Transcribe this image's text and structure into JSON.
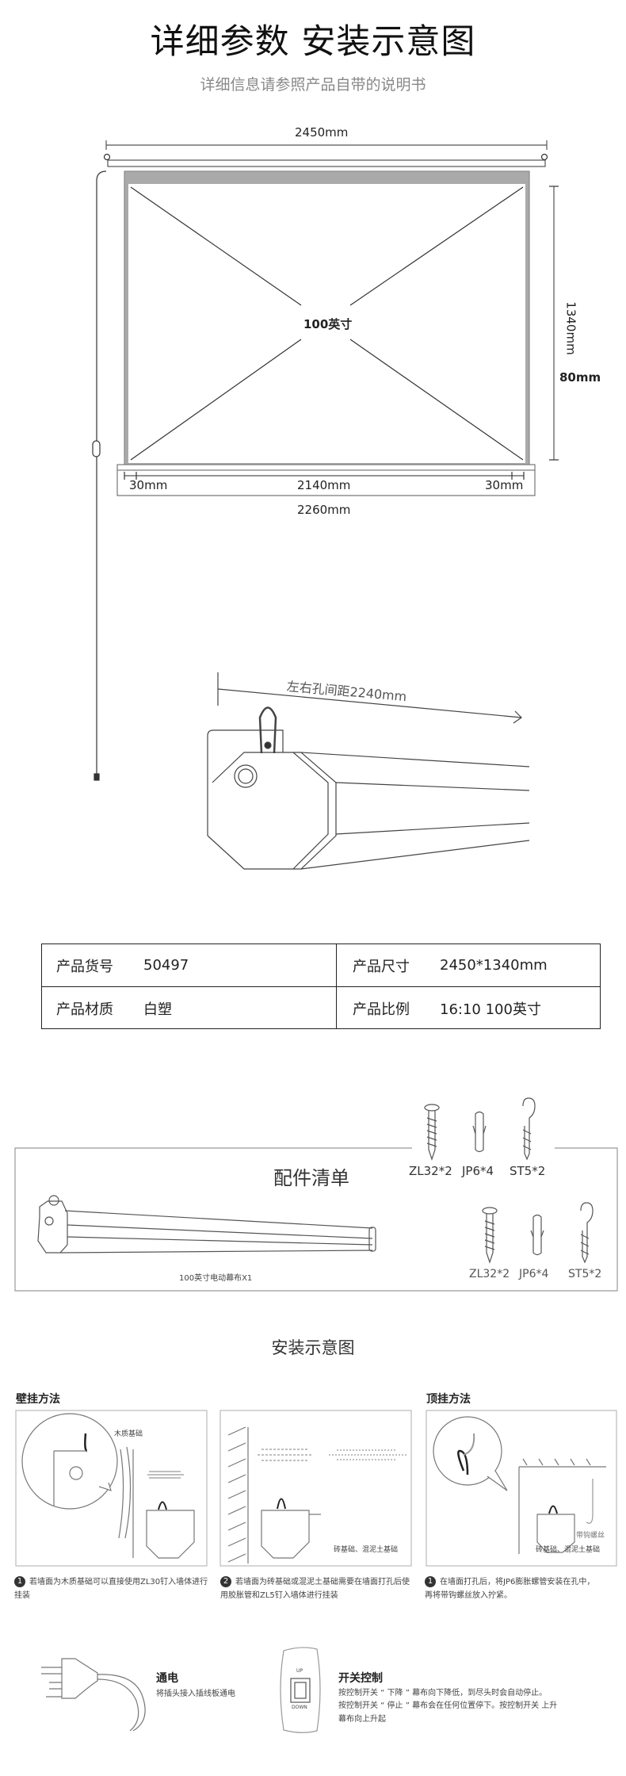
{
  "header": {
    "title": "详细参数 安装示意图",
    "subtitle": "详细信息请参照产品自带的说明书"
  },
  "dimensions": {
    "total_width": "2450mm",
    "screen_size": "100英寸",
    "height": "1340mm",
    "top_margin": "80mm",
    "left_border": "30mm",
    "view_width": "2140mm",
    "right_border": "30mm",
    "bottom_width": "2260mm",
    "hole_distance": "左右孔间距2240mm"
  },
  "specs": [
    {
      "label": "产品货号",
      "value": "50497"
    },
    {
      "label": "产品尺寸",
      "value": "2450*1340mm"
    },
    {
      "label": "产品材质",
      "value": "白塑"
    },
    {
      "label": "产品比例",
      "value": "16:10  100英寸"
    }
  ],
  "accessories": {
    "title": "配件清单",
    "main_item": "100英寸电动幕布X1",
    "upper": [
      "ZL32*2",
      "JP6*4",
      "ST5*2"
    ],
    "lower": [
      "ZL32*2",
      "JP6*4",
      "ST5*2"
    ]
  },
  "install": {
    "title": "安装示意图",
    "wall_title": "壁挂方法",
    "ceiling_title": "顶挂方法",
    "panel1_label": "木质基础",
    "panel2_label": "砖基础、混泥土基础",
    "panel3_label": "砖基础、混泥土基础",
    "panel3_hook": "带钩螺丝",
    "steps": [
      {
        "num": "1",
        "text": "若墙面为木质基础可以直接使用ZL30钉入墙体进行挂装"
      },
      {
        "num": "2",
        "text": "若墙面为砖基础或混泥土基础需要在墙面打孔后使用胶胀管和ZL5钉入墙体进行挂装"
      },
      {
        "num": "1",
        "text": "在墙面打孔后，将JP6膨胀螺管安装在孔中，再将带钩螺丝放入拧紧。"
      }
    ]
  },
  "power": {
    "title": "通电",
    "text": "将插头接入插线板通电"
  },
  "switch": {
    "title": "开关控制",
    "up": "UP",
    "down": "DOWN",
    "lines": [
      "按控制开关 “ 下降  ” 幕布向下降低，到尽头时会自动停止。",
      "按控制开关 “ 停止 ” 幕布会在任何位置停下。按控制开关 上升",
      "幕布向上升起"
    ]
  }
}
